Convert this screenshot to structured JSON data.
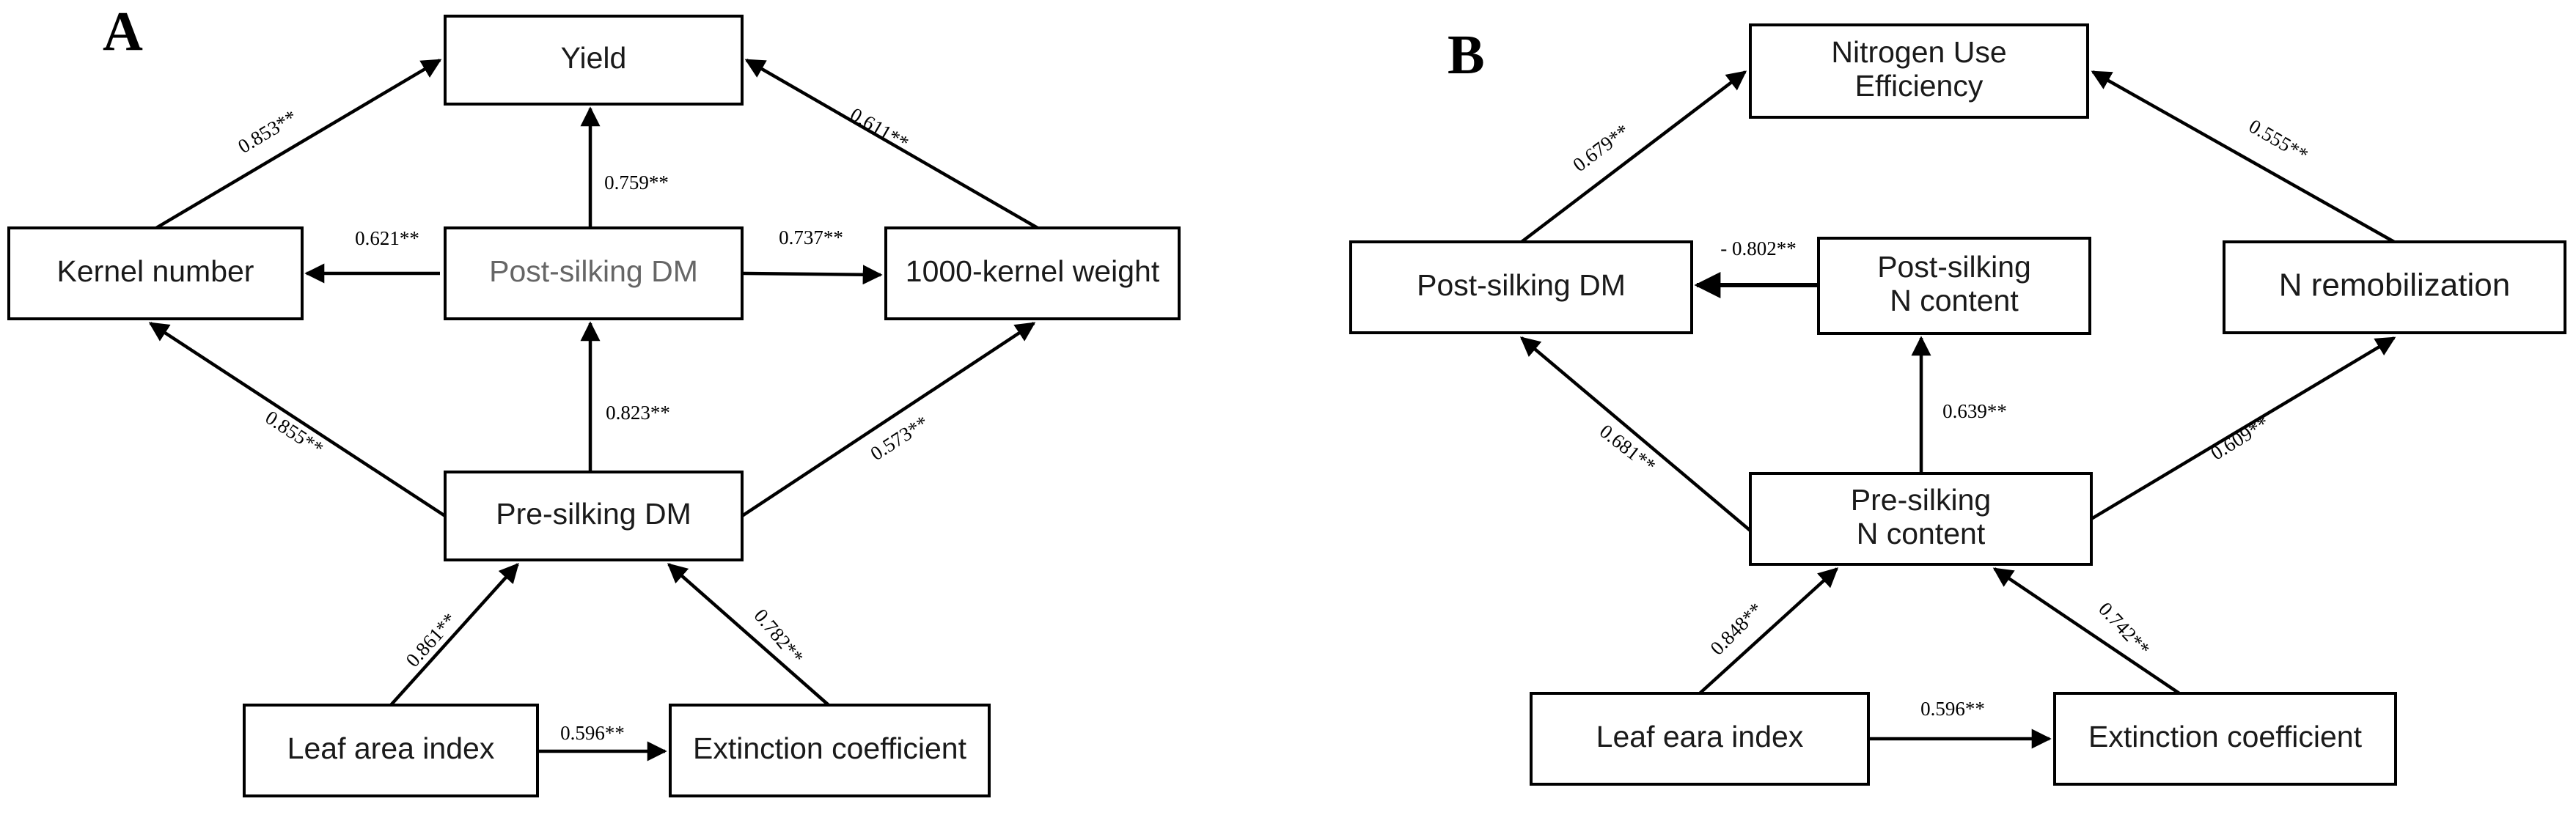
{
  "panels": {
    "a": {
      "letter": "A",
      "nodes": {
        "yield": {
          "lines": [
            "Yield"
          ]
        },
        "kernel_number": {
          "lines": [
            "Kernel number"
          ]
        },
        "post_silking_dm": {
          "lines": [
            "Post-silking DM"
          ]
        },
        "kernel_weight": {
          "lines": [
            "1000-kernel weight"
          ]
        },
        "pre_silking_dm": {
          "lines": [
            "Pre-silking DM"
          ]
        },
        "leaf_area_index": {
          "lines": [
            "Leaf area index"
          ]
        },
        "extinction_coefficient": {
          "lines": [
            "Extinction coefficient"
          ]
        }
      },
      "edges": {
        "kn_to_yield": "0.853**",
        "post_to_yield": "0.759**",
        "weight_to_yield": "0.611**",
        "post_to_kn": "0.621**",
        "post_to_weight": "0.737**",
        "pre_to_kn": "0.855**",
        "pre_to_post": "0.823**",
        "pre_to_weight": "0.573**",
        "lai_to_pre": "0.861**",
        "ext_to_pre": "0.782**",
        "lai_to_ext": "0.596**"
      }
    },
    "b": {
      "letter": "B",
      "nodes": {
        "nue": {
          "lines": [
            "Nitrogen Use",
            "Efficiency"
          ]
        },
        "post_silking_dm": {
          "lines": [
            "Post-silking DM"
          ]
        },
        "post_silking_n": {
          "lines": [
            "Post-silking",
            "N content"
          ]
        },
        "n_remobilization": {
          "lines": [
            "N remobilization"
          ]
        },
        "pre_silking_n": {
          "lines": [
            "Pre-silking",
            "N content"
          ]
        },
        "leaf_area_index": {
          "lines": [
            "Leaf eara index"
          ]
        },
        "extinction_coefficient": {
          "lines": [
            "Extinction coefficient"
          ]
        }
      },
      "edges": {
        "post_dm_to_nue": "0.679**",
        "remob_to_nue": "0.555**",
        "post_n_to_post_dm": "- 0.802**",
        "pre_n_to_post_dm": "0.681**",
        "pre_n_to_post_n": "0.639**",
        "pre_n_to_remob": "0.609**",
        "lai_to_pre_n": "0.848**",
        "ext_to_pre_n": "0.742**",
        "lai_to_ext": "0.596**"
      }
    }
  }
}
